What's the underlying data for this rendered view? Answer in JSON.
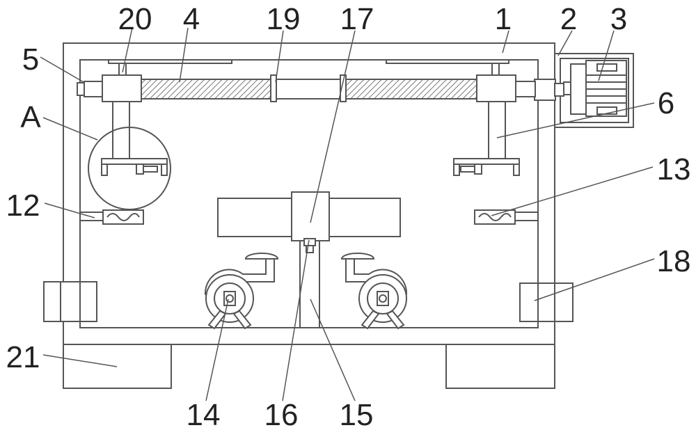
{
  "labels": {
    "n1": "1",
    "n2": "2",
    "n3": "3",
    "n4": "4",
    "n5": "5",
    "n6": "6",
    "n12": "12",
    "n13": "13",
    "n14": "14",
    "n15": "15",
    "n16": "16",
    "n17": "17",
    "n18": "18",
    "n19": "19",
    "n20": "20",
    "n21": "21",
    "detail_a": "A"
  }
}
